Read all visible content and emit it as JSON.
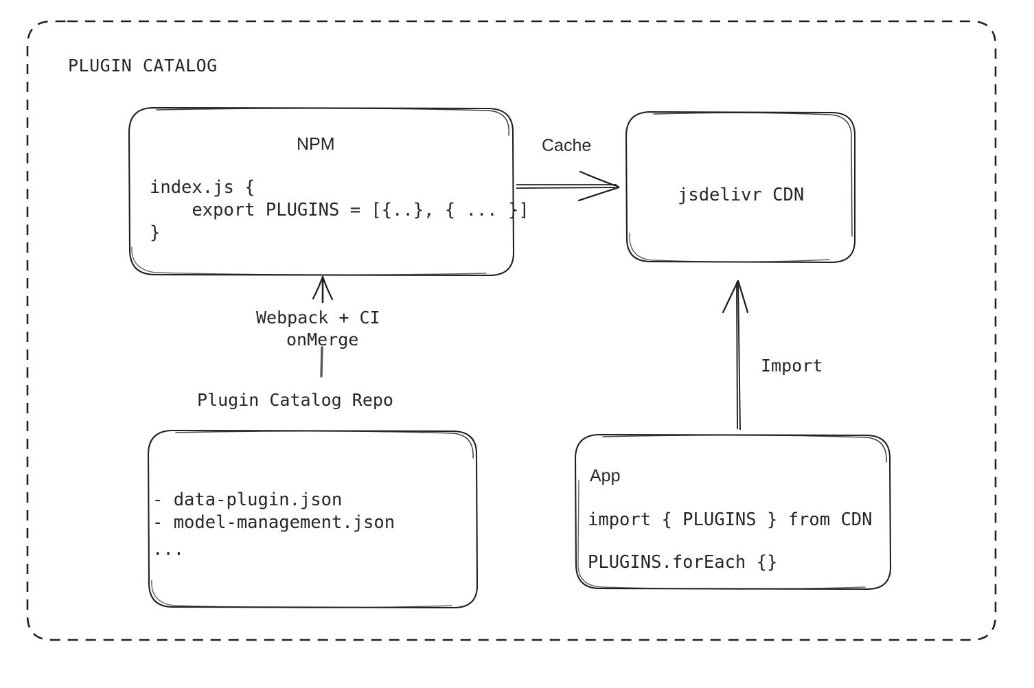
{
  "diagram": {
    "title": "PLUGIN CATALOG",
    "style": {
      "stroke": "#1f1f1f",
      "background": "#ffffff",
      "text": "#262626"
    },
    "nodes": {
      "npm": {
        "label": "NPM",
        "code_lines": [
          "index.js {",
          "    export PLUGINS = [{..}, { ... }]",
          "}"
        ]
      },
      "cdn": {
        "label": "jsdelivr CDN"
      },
      "repo": {
        "caption": "Plugin Catalog Repo",
        "items": [
          "- data-plugin.json",
          "- model-management.json",
          "..."
        ]
      },
      "app": {
        "label": "App",
        "code_lines": [
          "import { PLUGINS } from CDN",
          "PLUGINS.forEach {}"
        ]
      }
    },
    "edges": {
      "npm_to_cdn": {
        "label": "Cache"
      },
      "repo_to_npm": {
        "label_line1": "Webpack + CI",
        "label_line2": "onMerge"
      },
      "app_to_cdn": {
        "label": "Import"
      }
    }
  }
}
